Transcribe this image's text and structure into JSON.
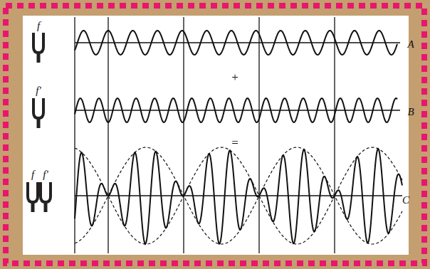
{
  "diagram": {
    "labels": [
      "f",
      "A",
      "f'",
      "+",
      "B",
      "f",
      "f'",
      "=",
      "C"
    ]
  }
}
